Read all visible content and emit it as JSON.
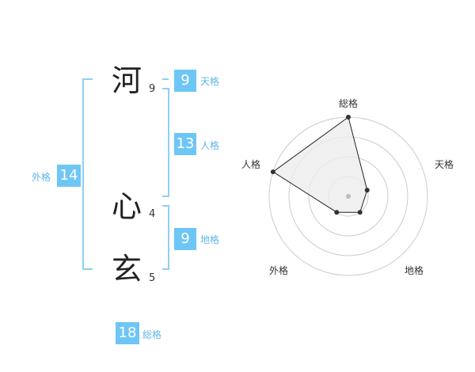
{
  "name": {
    "chars": [
      {
        "char": "河",
        "strokes": "9"
      },
      {
        "char": "心",
        "strokes": "4"
      },
      {
        "char": "玄",
        "strokes": "5"
      }
    ]
  },
  "fortune": {
    "tenkaku": {
      "value": "9",
      "label": "天格"
    },
    "jinkaku": {
      "value": "13",
      "label": "人格"
    },
    "chikaku": {
      "value": "9",
      "label": "地格"
    },
    "gaikaku": {
      "value": "14",
      "label": "外格"
    },
    "soukaku": {
      "value": "18",
      "label": "総格"
    }
  },
  "colors": {
    "accent": "#6ec6f5",
    "bracket": "#8fd0f2",
    "grid": "#cccccc",
    "polygon_fill": "#ececec",
    "polygon_stroke": "#222222"
  },
  "chart_data": {
    "type": "radar",
    "axes": [
      "総格",
      "天格",
      "地格",
      "外格",
      "人格"
    ],
    "values": [
      4,
      1,
      1,
      1,
      4
    ],
    "rings": 4,
    "max": 4
  }
}
